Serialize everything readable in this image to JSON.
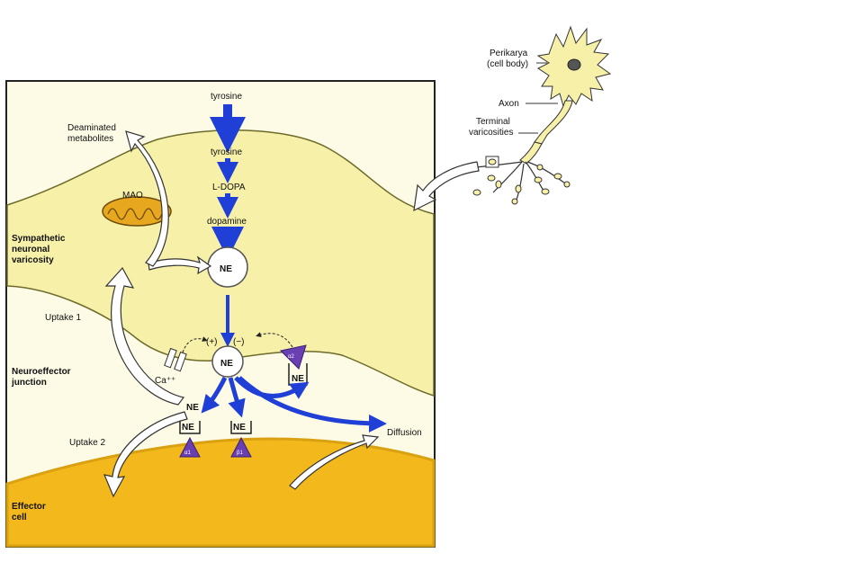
{
  "labels": {
    "tyrosine_top": "tyrosine",
    "tyrosine_2": "tyrosine",
    "l_dopa": "L-DOPA",
    "dopamine": "dopamine",
    "ne_vesicle": "NE",
    "ne_release": "NE",
    "ne_cleft": "NE",
    "ne_receptor_alpha1": "NE",
    "ne_receptor_beta1": "NE",
    "ne_receptor_alpha2": "NE",
    "plus": "(+)",
    "minus": "(−)",
    "calcium": "Ca⁺⁺",
    "mao": "MAO",
    "deaminated_line1": "Deaminated",
    "deaminated_line2": "metabolites",
    "sympathetic_line1": "Sympathetic",
    "sympathetic_line2": "neuronal",
    "sympathetic_line3": "varicosity",
    "uptake1": "Uptake 1",
    "neuroeffector_line1": "Neuroeffector",
    "neuroeffector_line2": "junction",
    "uptake2": "Uptake 2",
    "diffusion": "Diffusion",
    "effector_line1": "Effector",
    "effector_line2": "cell",
    "perikarya_line1": "Perikarya",
    "perikarya_line2": "(cell body)",
    "axon": "Axon",
    "terminal_line1": "Terminal",
    "terminal_line2": "varicosities",
    "receptor_alpha1": "α1",
    "receptor_beta1": "β1",
    "receptor_alpha2": "α2"
  },
  "colors": {
    "neuron_fill": "#f7f0a8",
    "effector_fill": "#f2b81c",
    "effector_edge": "#d9a010",
    "panel_bg": "#fdfbe6",
    "pathway_blue": "#1f3fd6",
    "receptor_purple": "#6a3fb2",
    "mao_fill": "#e7a820"
  }
}
